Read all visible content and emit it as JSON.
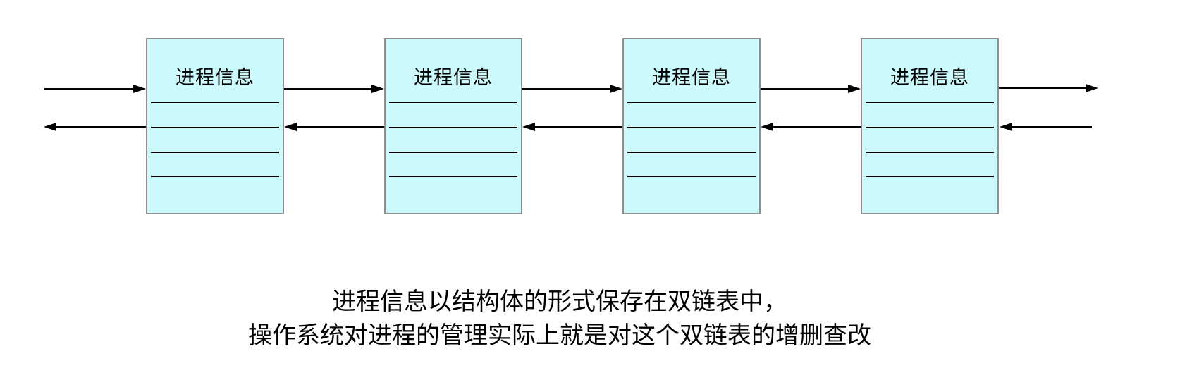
{
  "colors": {
    "node-fill": "#ccfafc",
    "node-border": "#8f8f8f",
    "line": "#000000",
    "caption-text": "#000000"
  },
  "diagram": {
    "nodes": [
      {
        "label": "进程信息"
      },
      {
        "label": "进程信息"
      },
      {
        "label": "进程信息"
      },
      {
        "label": "进程信息"
      }
    ],
    "fields_per_node": 4
  },
  "caption": {
    "line1": "进程信息以结构体的形式保存在双链表中，",
    "line2": "操作系统对进程的管理实际上就是对这个双链表的增删查改"
  }
}
